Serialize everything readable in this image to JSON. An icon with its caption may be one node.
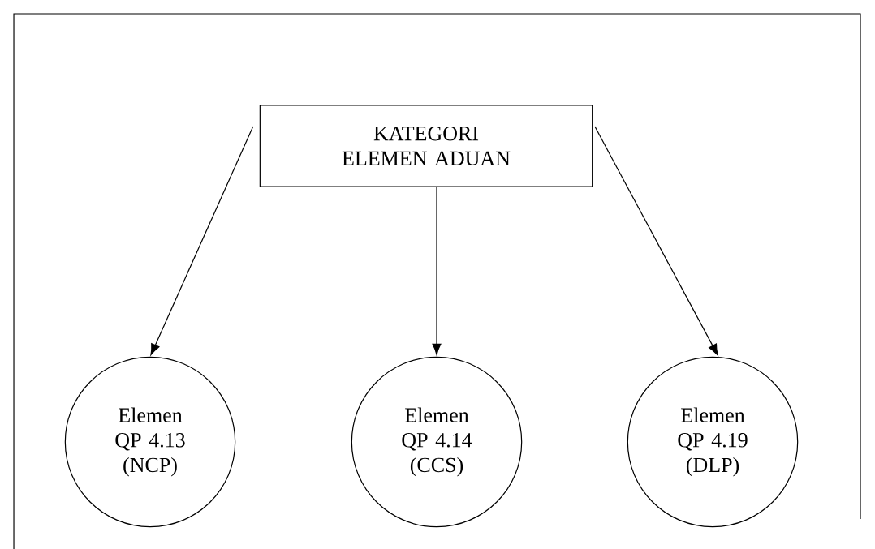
{
  "diagram": {
    "nodes": [
      {
        "text": [
          "KATEGORI ELEMEN ADUAN"
        ]
      },
      {
        "text": [
          "Elemen QP 4.13 (NCP)"
        ]
      },
      {
        "text": [
          "Elemen QP 4.14 (CCS)"
        ]
      },
      {
        "text": [
          "Elemen QP 4.19 (DLP)"
        ]
      }
    ],
    "edges": [
      {
        "from": 0,
        "to": 1,
        "arrow": "to"
      },
      {
        "from": 0,
        "to": 2,
        "arrow": "to"
      },
      {
        "from": 0,
        "to": 3,
        "arrow": "to"
      }
    ]
  }
}
